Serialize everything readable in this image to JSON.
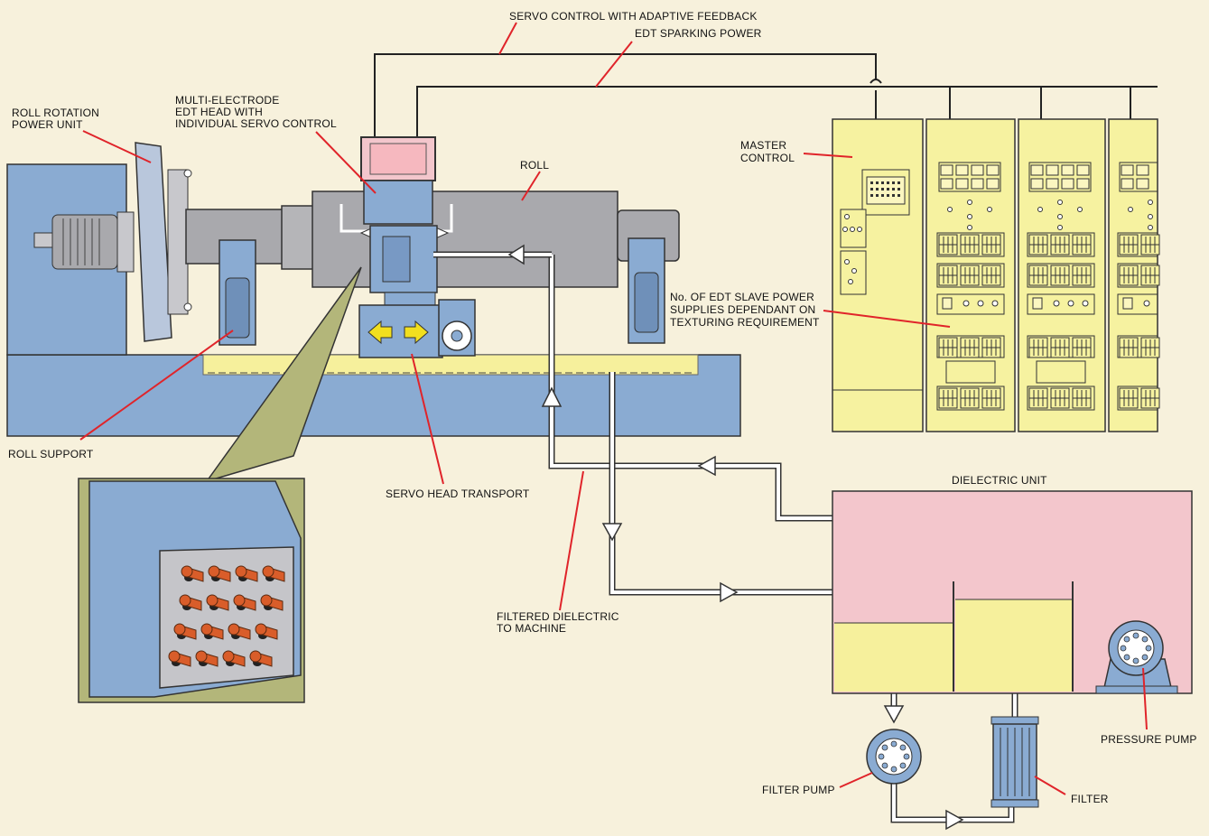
{
  "labels": {
    "servo_control": "SERVO CONTROL WITH ADAPTIVE FEEDBACK",
    "edt_sparking": "EDT SPARKING POWER",
    "roll_rotation_1": "ROLL ROTATION",
    "roll_rotation_2": "POWER UNIT",
    "multi_electrode_1": "MULTI-ELECTRODE",
    "multi_electrode_2": "EDT HEAD WITH",
    "multi_electrode_3": "INDIVIDUAL SERVO CONTROL",
    "roll": "ROLL",
    "master_control_1": "MASTER",
    "master_control_2": "CONTROL",
    "slave_supplies_1": "No. OF EDT SLAVE POWER",
    "slave_supplies_2": "SUPPLIES DEPENDANT ON",
    "slave_supplies_3": "TEXTURING REQUIREMENT",
    "roll_support": "ROLL SUPPORT",
    "servo_head_transport": "SERVO HEAD TRANSPORT",
    "dielectric_unit": "DIELECTRIC UNIT",
    "filtered_dielectric_1": "FILTERED DIELECTRIC",
    "filtered_dielectric_2": "TO MACHINE",
    "pressure_pump": "PRESSURE PUMP",
    "filter_pump": "FILTER PUMP",
    "filter": "FILTER"
  },
  "colors": {
    "background": "#f7f1dc",
    "machine_blue": "#8aabd2",
    "roll_grey": "#a9a9ad",
    "cabinet_yellow": "#f6f2a0",
    "dielectric_pink": "#f3c6cc",
    "tank_yellow": "#f6f09c",
    "leader_red": "#e0242a",
    "inset_olive": "#b3b67a",
    "electrode_orange": "#d95d2a",
    "arrow_yellow": "#f2df1e"
  },
  "icons": {
    "flow_arrow": "white-triangle-arrow",
    "move_arrows": "yellow-double-arrow",
    "pump": "circular-pump-symbol"
  }
}
